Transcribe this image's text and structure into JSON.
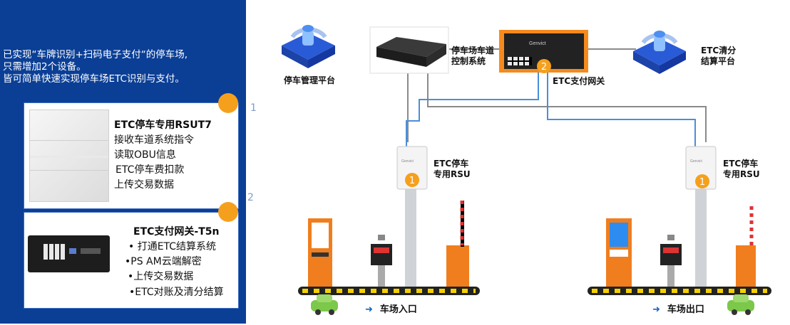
{
  "intro": {
    "line1": "已实现“车牌识别+扫码电子支付“的停车场,",
    "line2": "只需增加2个设备。",
    "line3": "皆可简单快速实现停车场ETC识别与支付。"
  },
  "devices": [
    {
      "num": "1",
      "title": "ETC停车专用RSUT7",
      "features": [
        "接收车道系统指令",
        "读取OBU信息",
        "ETC停车费扣款",
        "上传交易数据"
      ]
    },
    {
      "num": "2",
      "title": "ETC支付网关-T5n",
      "features": [
        "• 打通ETC结算系统",
        "•PS AM云端解密",
        "•上传交易数据",
        "•ETC对账及清分结算"
      ]
    }
  ],
  "diagram": {
    "parking_platform": "停车管理平台",
    "lane_control": [
      "停车场车道",
      "控制系统"
    ],
    "gateway_label": "ETC支付网关",
    "gateway_num": "2",
    "clearing": [
      "ETC清分",
      "结算平台"
    ],
    "rsu_entry": [
      "ETC停车",
      "专用RSU"
    ],
    "rsu_exit": [
      "ETC停车",
      "专用RSU"
    ],
    "rsu_num": "1",
    "entry_label": "车场入口",
    "exit_label": "车场出口",
    "brand": "Genvict",
    "arrow": "➜"
  },
  "colors": {
    "panel": "#0b3f96",
    "accent": "#f5a01d",
    "wire_gray": "#8a8a8a",
    "wire_blue": "#4a8fd8"
  }
}
